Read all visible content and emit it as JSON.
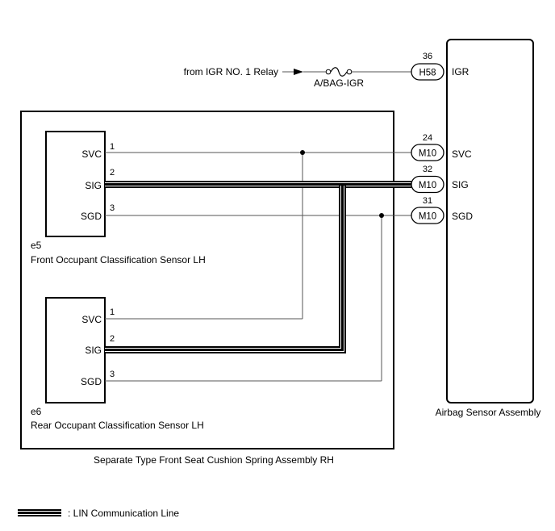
{
  "source_label": "from IGR NO. 1 Relay",
  "fuse_label": "A/BAG-IGR",
  "airbag_assembly": {
    "title": "Airbag Sensor Assembly",
    "terminals": [
      {
        "pin": "36",
        "connector": "H58",
        "name": "IGR"
      },
      {
        "pin": "24",
        "connector": "M10",
        "name": "SVC"
      },
      {
        "pin": "32",
        "connector": "M10",
        "name": "SIG"
      },
      {
        "pin": "31",
        "connector": "M10",
        "name": "SGD"
      }
    ]
  },
  "outer_assembly": {
    "title": "Separate Type Front Seat Cushion Spring Assembly RH"
  },
  "front_sensor": {
    "code": "e5",
    "title": "Front Occupant Classification Sensor LH",
    "terminals": [
      {
        "pin": "1",
        "name": "SVC"
      },
      {
        "pin": "2",
        "name": "SIG"
      },
      {
        "pin": "3",
        "name": "SGD"
      }
    ]
  },
  "rear_sensor": {
    "code": "e6",
    "title": "Rear Occupant Classification Sensor LH",
    "terminals": [
      {
        "pin": "1",
        "name": "SVC"
      },
      {
        "pin": "2",
        "name": "SIG"
      },
      {
        "pin": "3",
        "name": "SGD"
      }
    ]
  },
  "legend": {
    "label": ": LIN Communication Line"
  }
}
